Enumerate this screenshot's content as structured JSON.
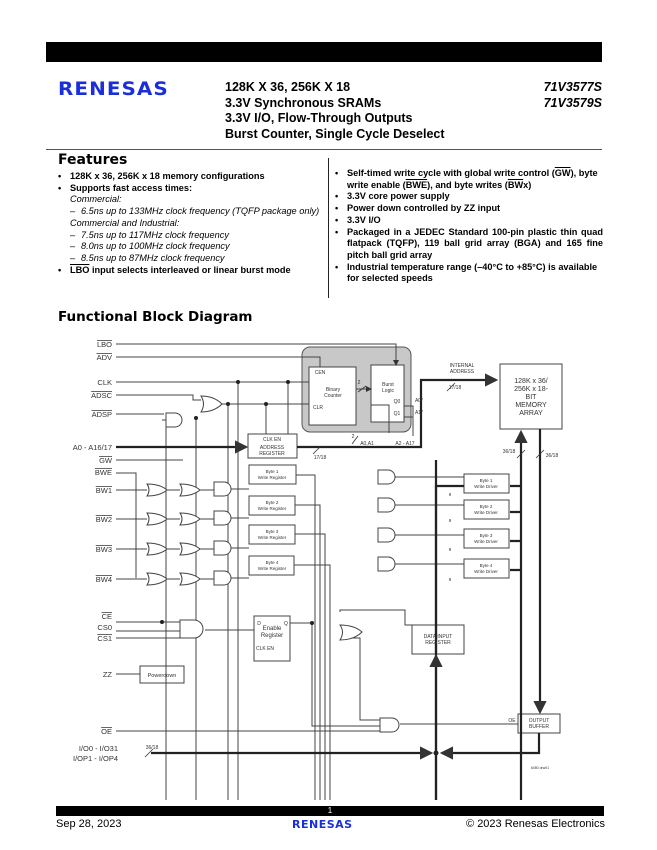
{
  "header": {
    "brand": "RENESAS",
    "title_lines": [
      "128K X 36, 256K X 18",
      "3.3V Synchronous SRAMs",
      "3.3V I/O, Flow-Through Outputs",
      "Burst Counter, Single Cycle Deselect"
    ],
    "part_numbers": [
      "71V3577S",
      "71V3579S"
    ]
  },
  "features": {
    "heading": "Features",
    "left": {
      "item1": "128K x 36, 256K x 18 memory configurations",
      "item2": "Supports fast access times:",
      "commercial_label": "Commercial:",
      "commercial_1": "6.5ns up to 133MHz clock frequency (TQFP package only)",
      "ci_label": "Commercial and Industrial:",
      "ci_1": "7.5ns up to 117MHz clock frequency",
      "ci_2": "8.0ns up to 100MHz clock frequency",
      "ci_3": "8.5ns up to 87MHz clock frequency",
      "lbo_signal": "LBO",
      "lbo_text": " input selects interleaved or linear burst mode"
    },
    "right": {
      "w1": "Self-timed write cycle with global write control (",
      "w_gw": "GW",
      "w2": "), byte write enable (",
      "w_bwe": "BWE",
      "w3": "), and byte writes (",
      "w_bwx": "BW",
      "w_x": "x",
      "w4": ")",
      "item2": "3.3V core power supply",
      "item3": "Power down controlled by ZZ input",
      "item4": "3.3V I/O",
      "item5": "Packaged in a JEDEC Standard 100-pin plastic thin quad flatpack (TQFP), 119 ball grid array (BGA) and 165 fine pitch ball grid array",
      "item6": "Industrial temperature range (–40°C to +85°C) is available for selected speeds"
    }
  },
  "diagram": {
    "heading": "Functional Block Diagram",
    "signals": {
      "lbo": "LBO",
      "adv": "ADV",
      "clk": "CLK",
      "adsc": "ADSC",
      "adsp": "ADSP",
      "addr": "A0 - A16/17",
      "gw": "GW",
      "bwe": "BWE",
      "bw1": "BW1",
      "bw2": "BW2",
      "bw3": "BW3",
      "bw4": "BW4",
      "ce": "CE",
      "cs0": "CS0",
      "cs1": "CS1",
      "zz": "ZZ",
      "oe": "OE",
      "io1": "I/O0 - I/O31",
      "io2": "I/OP1 - I/OP4"
    },
    "blocks": {
      "binary_counter": [
        "Binary",
        "Counter"
      ],
      "cen": "CEN",
      "clr": "CLR",
      "burst_logic": [
        "Burst",
        "Logic"
      ],
      "q0": "Q0",
      "q1": "Q1",
      "a0s": "A0*",
      "a1s": "A1*",
      "internal_address": [
        "INTERNAL",
        "ADDRESS"
      ],
      "memory_array": [
        "128K x 36/",
        "256K x 18-",
        "BIT",
        "MEMORY",
        "ARRAY"
      ],
      "address_register": [
        "CLK EN",
        "ADDRESS",
        "REGISTER"
      ],
      "byte_write_registers": [
        [
          "Byte 1",
          "Write Register"
        ],
        [
          "Byte 2",
          "Write Register"
        ],
        [
          "Byte 3",
          "Write Register"
        ],
        [
          "Byte 4",
          "Write Register"
        ]
      ],
      "byte_write_drivers": [
        [
          "Byte 1",
          "Write Driver"
        ],
        [
          "Byte 2",
          "Write Driver"
        ],
        [
          "Byte 3",
          "Write Driver"
        ],
        [
          "Byte 4",
          "Write Driver"
        ]
      ],
      "enable_register": [
        "Enable",
        "Register"
      ],
      "d": "D",
      "q": "Q",
      "clk_en": "CLK EN",
      "powerdown": "Powerdown",
      "data_input_register": [
        "DATA INPUT",
        "REGISTER"
      ],
      "output_buffer": [
        "OUTPUT",
        "BUFFER"
      ],
      "oe_pin": "OE"
    },
    "bus_labels": {
      "two_a": "2",
      "two_b": "2",
      "a0a1": "A0,A1",
      "a2a17": "A2 - A17",
      "w17_18a": "17/18",
      "w17_18b": "17/18",
      "w36_18a": "36/18",
      "w36_18b": "36/18",
      "w36_18c": "36/18",
      "nine": "9"
    },
    "drawing_id": "6450 drw01"
  },
  "footer": {
    "page": "1",
    "date": "Sep 28, 2023",
    "brand": "RENESAS",
    "copyright": "© 2023 Renesas Electronics"
  }
}
